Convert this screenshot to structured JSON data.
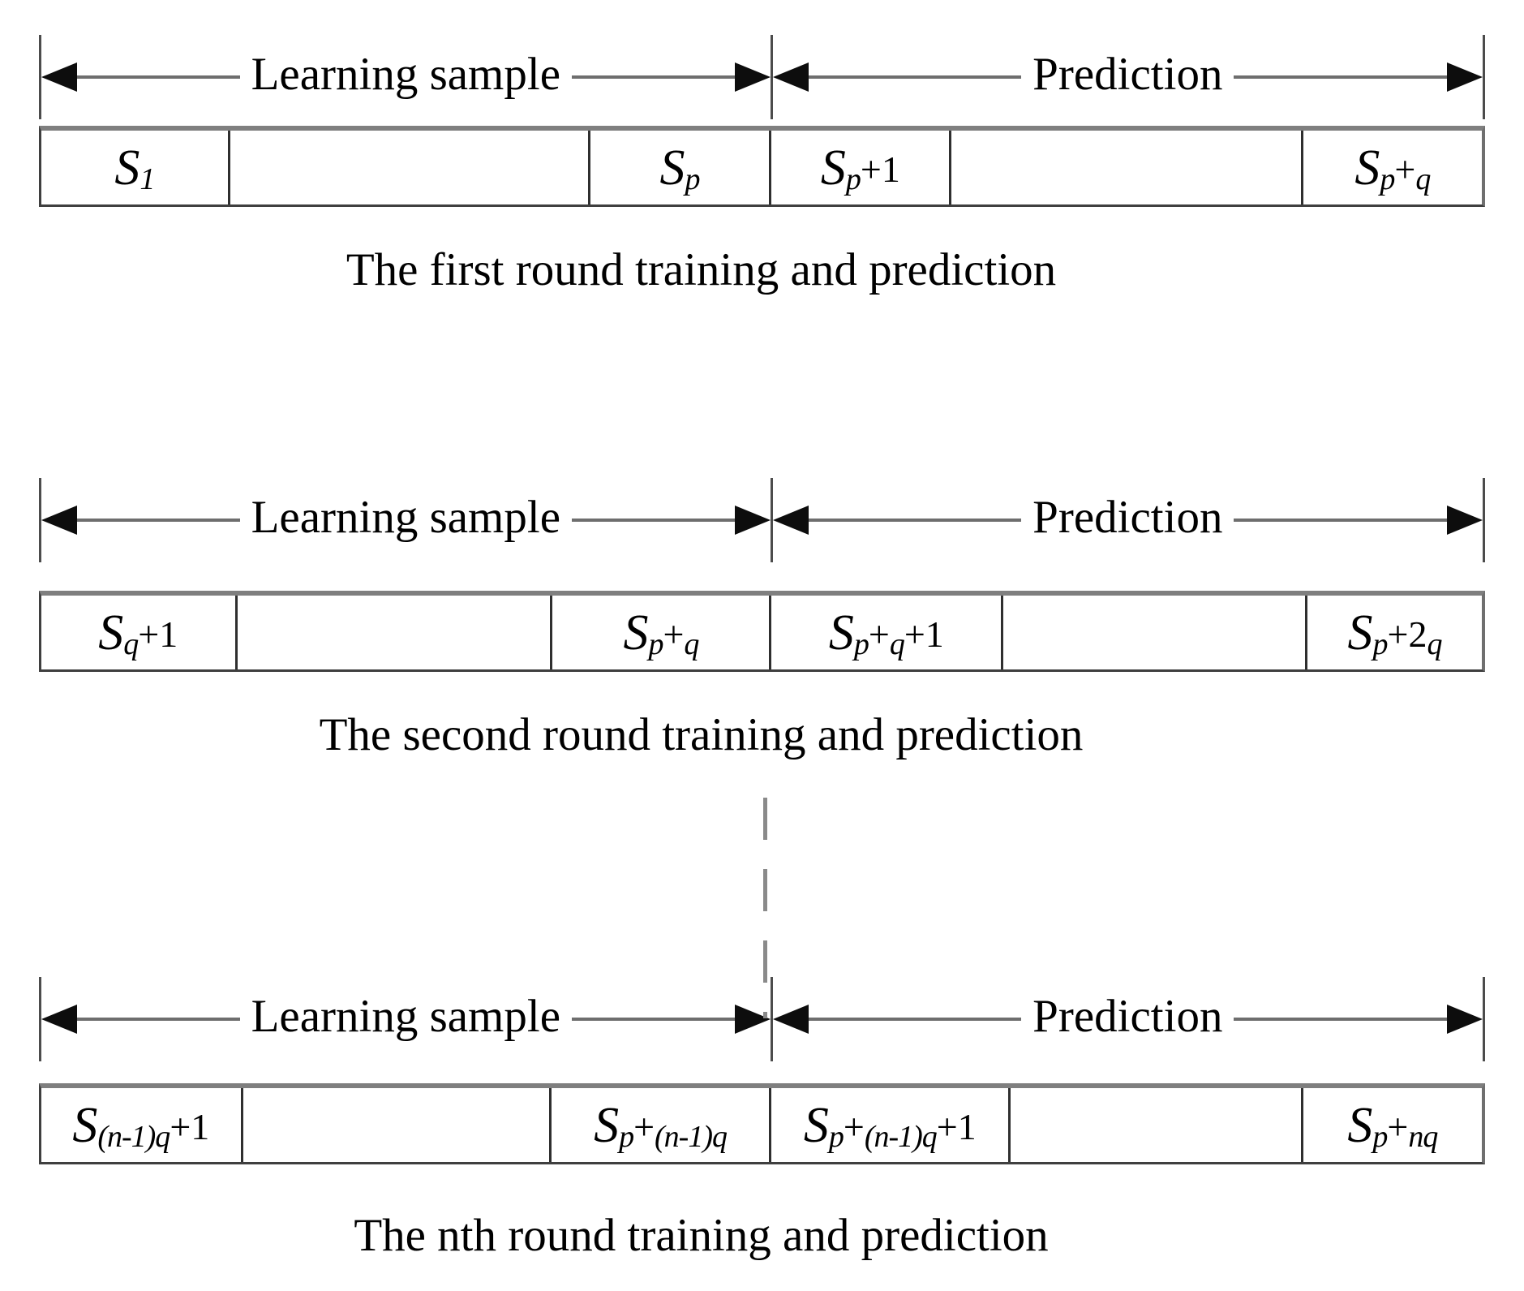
{
  "sections": [
    {
      "learning_label": "Learning sample",
      "prediction_label": "Prediction",
      "caption": "The first round training and prediction",
      "cells": [
        {
          "parts": [
            {
              "t": "S",
              "k": "b"
            },
            {
              "t": "1",
              "k": "s"
            }
          ]
        },
        {
          "parts": []
        },
        {
          "parts": [
            {
              "t": "S",
              "k": "b"
            },
            {
              "t": "p",
              "k": "s"
            }
          ]
        },
        {
          "parts": [
            {
              "t": "S",
              "k": "b"
            },
            {
              "t": "p",
              "k": "s"
            },
            {
              "t": "+1",
              "k": "n"
            }
          ]
        },
        {
          "parts": []
        },
        {
          "parts": [
            {
              "t": "S",
              "k": "b"
            },
            {
              "t": "p",
              "k": "s"
            },
            {
              "t": "+",
              "k": "n"
            },
            {
              "t": "q",
              "k": "s"
            }
          ]
        }
      ]
    },
    {
      "learning_label": "Learning sample",
      "prediction_label": "Prediction",
      "caption": "The second round training and prediction",
      "cells": [
        {
          "parts": [
            {
              "t": "S",
              "k": "b"
            },
            {
              "t": "q",
              "k": "s"
            },
            {
              "t": "+1",
              "k": "n"
            }
          ]
        },
        {
          "parts": []
        },
        {
          "parts": [
            {
              "t": "S",
              "k": "b"
            },
            {
              "t": "p",
              "k": "s"
            },
            {
              "t": "+",
              "k": "n"
            },
            {
              "t": "q",
              "k": "s"
            }
          ]
        },
        {
          "parts": [
            {
              "t": "S",
              "k": "b"
            },
            {
              "t": "p",
              "k": "s"
            },
            {
              "t": "+",
              "k": "n"
            },
            {
              "t": "q",
              "k": "s"
            },
            {
              "t": "+1",
              "k": "n"
            }
          ]
        },
        {
          "parts": []
        },
        {
          "parts": [
            {
              "t": "S",
              "k": "b"
            },
            {
              "t": "p",
              "k": "s"
            },
            {
              "t": "+2",
              "k": "n"
            },
            {
              "t": "q",
              "k": "s"
            }
          ]
        }
      ]
    },
    {
      "learning_label": "Learning sample",
      "prediction_label": "Prediction",
      "caption": "The nth round training and prediction",
      "cells": [
        {
          "parts": [
            {
              "t": "S",
              "k": "b"
            },
            {
              "t": "(n-1)q",
              "k": "s"
            },
            {
              "t": "+1",
              "k": "n"
            }
          ]
        },
        {
          "parts": []
        },
        {
          "parts": [
            {
              "t": "S",
              "k": "b"
            },
            {
              "t": "p",
              "k": "s"
            },
            {
              "t": "+",
              "k": "n"
            },
            {
              "t": "(n-1)q",
              "k": "s"
            }
          ]
        },
        {
          "parts": [
            {
              "t": "S",
              "k": "b"
            },
            {
              "t": "p",
              "k": "s"
            },
            {
              "t": "+",
              "k": "n"
            },
            {
              "t": "(n-1)q",
              "k": "s"
            },
            {
              "t": "+1",
              "k": "n"
            }
          ]
        },
        {
          "parts": []
        },
        {
          "parts": [
            {
              "t": "S",
              "k": "b"
            },
            {
              "t": "p",
              "k": "s"
            },
            {
              "t": "+",
              "k": "n"
            },
            {
              "t": "nq",
              "k": "s"
            }
          ]
        }
      ]
    }
  ],
  "colors": {
    "text": "#000000",
    "arrow": "#0d0d0d",
    "line": "#6e6e6e",
    "bar_top_border": "#7f7f7f",
    "bar_border": "#3f3f3f",
    "dashed": "#8a8a8a"
  }
}
